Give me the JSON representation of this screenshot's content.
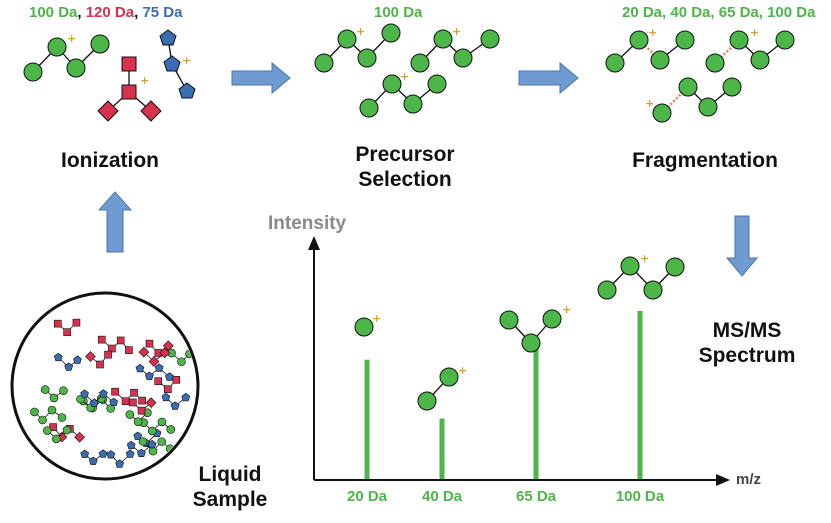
{
  "colors": {
    "green": "#4cb648",
    "red": "#d9304d",
    "blue": "#3a6db1",
    "arrow": "#6f9bd2",
    "charge": "#d4a22a",
    "break": "#f07a5a"
  },
  "ionization": {
    "masses": [
      {
        "text": "100 Da",
        "color": "green"
      },
      {
        "text": "120 Da",
        "color": "red"
      },
      {
        "text": "75 Da",
        "color": "blue"
      }
    ],
    "separator": ",",
    "label": "Ionization"
  },
  "precursor": {
    "mass": "100 Da",
    "label_line1": "Precursor",
    "label_line2": "Selection"
  },
  "fragmentation": {
    "masses": "20 Da, 40 Da, 65 Da, 100 Da",
    "label": "Fragmentation"
  },
  "sample": {
    "label_line1": "Liquid",
    "label_line2": "Sample"
  },
  "spectrum": {
    "label_line1": "MS/MS",
    "label_line2": "Spectrum"
  },
  "chart_data": {
    "type": "bar",
    "categories": [
      "20 Da",
      "40 Da",
      "65 Da",
      "100 Da"
    ],
    "values": [
      0.71,
      0.36,
      0.77,
      1.0
    ],
    "ylabel": "Intensity",
    "xlabel": "m/z"
  }
}
